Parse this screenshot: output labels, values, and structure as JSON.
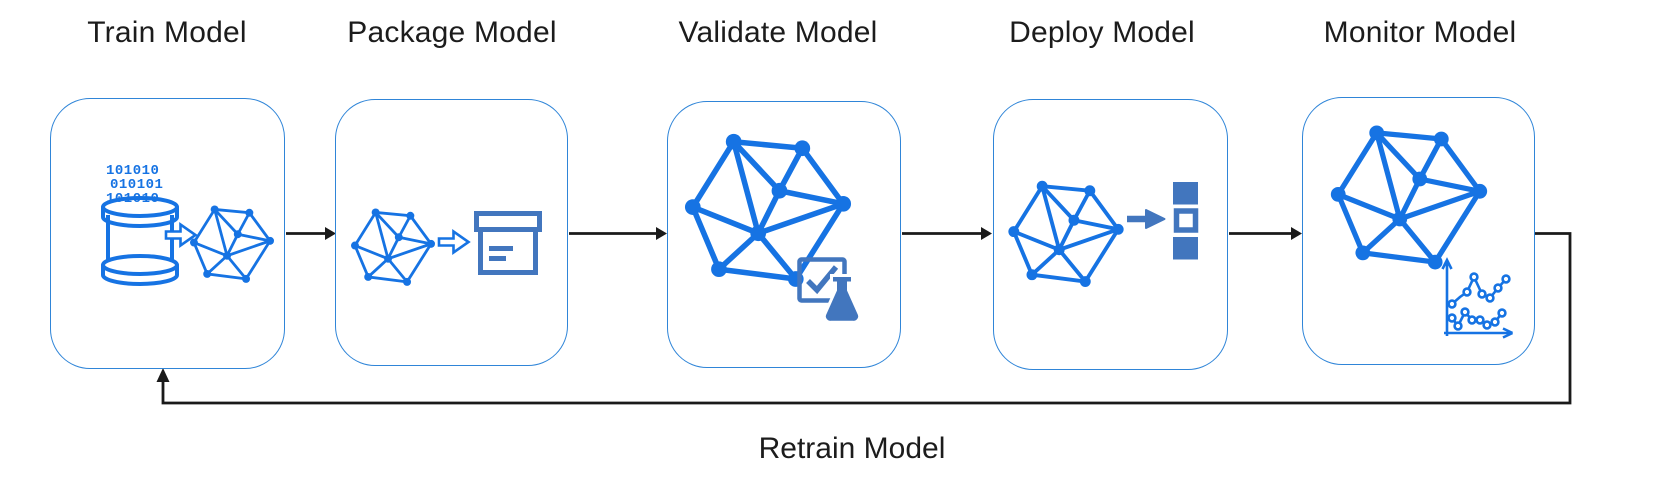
{
  "colors": {
    "accent_blue": "#1673E3",
    "steel_blue": "#4276BE",
    "box_border": "#2F85D8",
    "arrow_black": "#1A1A1A",
    "text": "#1C1C1C"
  },
  "stages": [
    {
      "label": "Train Model",
      "icons": [
        "binary-database-icon",
        "hollow-arrow-icon",
        "model-network-icon"
      ]
    },
    {
      "label": "Package Model",
      "icons": [
        "model-network-icon",
        "hollow-arrow-icon",
        "package-box-icon"
      ]
    },
    {
      "label": "Validate Model",
      "icons": [
        "model-network-icon",
        "check-flask-icon"
      ]
    },
    {
      "label": "Deploy Model",
      "icons": [
        "model-network-icon",
        "deploy-arrow-icon",
        "deploy-stack-icon"
      ]
    },
    {
      "label": "Monitor Model",
      "icons": [
        "model-network-icon",
        "monitor-chart-icon"
      ]
    }
  ],
  "train_binary": [
    "101010",
    "010101",
    "101010"
  ],
  "feedback": {
    "label": "Retrain Model"
  }
}
